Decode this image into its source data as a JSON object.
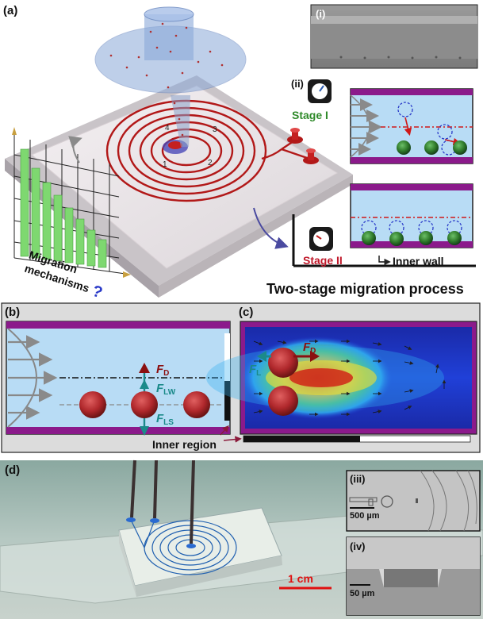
{
  "panel_a": {
    "label": "(a)",
    "inset_i_label": "(i)",
    "inset_ii_label": "(ii)",
    "stage1_label": "Stage I",
    "stage2_label": "Stage II",
    "inner_wall_label": "Inner wall",
    "title": "Two-stage migration process",
    "migration_label_1": "Migration",
    "migration_label_2": "mechanisms",
    "question_mark": "?",
    "chip_numbers": [
      "1",
      "2",
      "3",
      "4"
    ]
  },
  "panel_b": {
    "label": "(b)",
    "force_d": "F",
    "force_d_sub": "D",
    "force_lw": "F",
    "force_lw_sub": "LW",
    "force_ls": "F",
    "force_ls_sub": "LS",
    "inner_region_label": "Inner region"
  },
  "panel_c": {
    "label": "(c)",
    "force_d": "F",
    "force_d_sub": "D",
    "force_l": "F",
    "force_l_sub": "L"
  },
  "panel_d": {
    "label": "(d)",
    "scale_label": "1 cm",
    "inset_iii_label": "(iii)",
    "inset_iii_scale": "500 µm",
    "inset_iv_label": "(iv)",
    "inset_iv_scale": "50 µm"
  },
  "colors": {
    "channel_fill": "#b8dcf5",
    "wall_purple": "#8b1a8b",
    "particle_red": "#b0282c",
    "particle_green": "#2f7a2a",
    "arrow_darkred": "#8b1010",
    "arrow_teal": "#1b8a8a",
    "stage1_green": "#2f8a2a",
    "stage2_red": "#c0182a"
  }
}
